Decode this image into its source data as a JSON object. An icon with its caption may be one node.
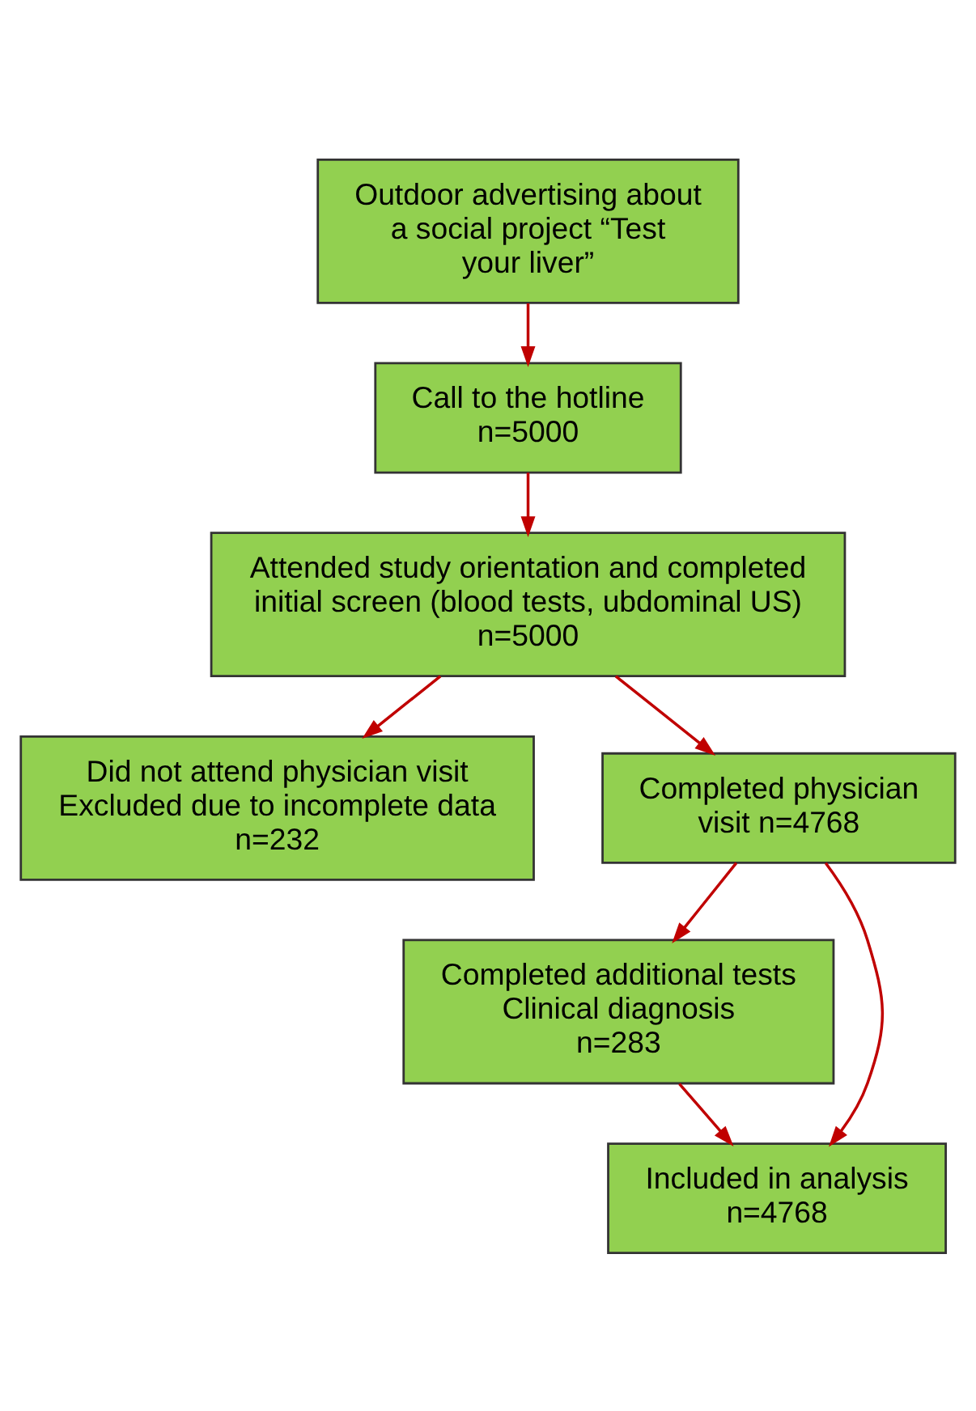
{
  "diagram": {
    "nodes": [
      {
        "text": [
          "Outdoor advertising about a social project “Test your liver”"
        ]
      },
      {
        "text": [
          "Call to the hotline",
          "n=5000"
        ]
      },
      {
        "text": [
          "Attended study orientation and completed initial screen (blood tests, ubdominal US)",
          "n=5000"
        ]
      },
      {
        "text": [
          "Did not attend physician visit",
          "Excluded due to incomplete data",
          "n=232"
        ]
      },
      {
        "text": [
          "Completed physician visit n=4768"
        ]
      },
      {
        "text": [
          "Completed additional tests",
          "Clinical diagnosis",
          "n=283"
        ]
      },
      {
        "text": [
          "Included in analysis",
          "n=4768"
        ]
      }
    ],
    "edges": [
      {
        "from": 0,
        "to": 1,
        "arrow": "to"
      },
      {
        "from": 1,
        "to": 2,
        "arrow": "to"
      },
      {
        "from": 2,
        "to": 3,
        "arrow": "to"
      },
      {
        "from": 2,
        "to": 4,
        "arrow": "to"
      },
      {
        "from": 4,
        "to": 5,
        "arrow": "to"
      },
      {
        "from": 4,
        "to": 6,
        "arrow": "to"
      },
      {
        "from": 5,
        "to": 6,
        "arrow": "to"
      }
    ]
  }
}
